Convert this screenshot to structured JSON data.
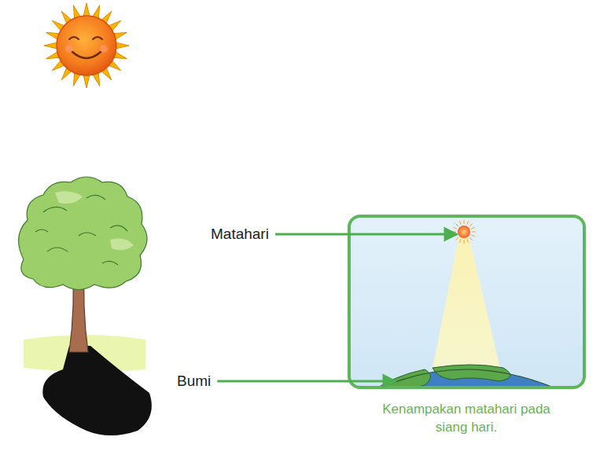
{
  "diagram": {
    "caption": "Kenampakan matahari pada siang hari.",
    "labels": [
      "Matahari",
      "Bumi"
    ]
  }
}
